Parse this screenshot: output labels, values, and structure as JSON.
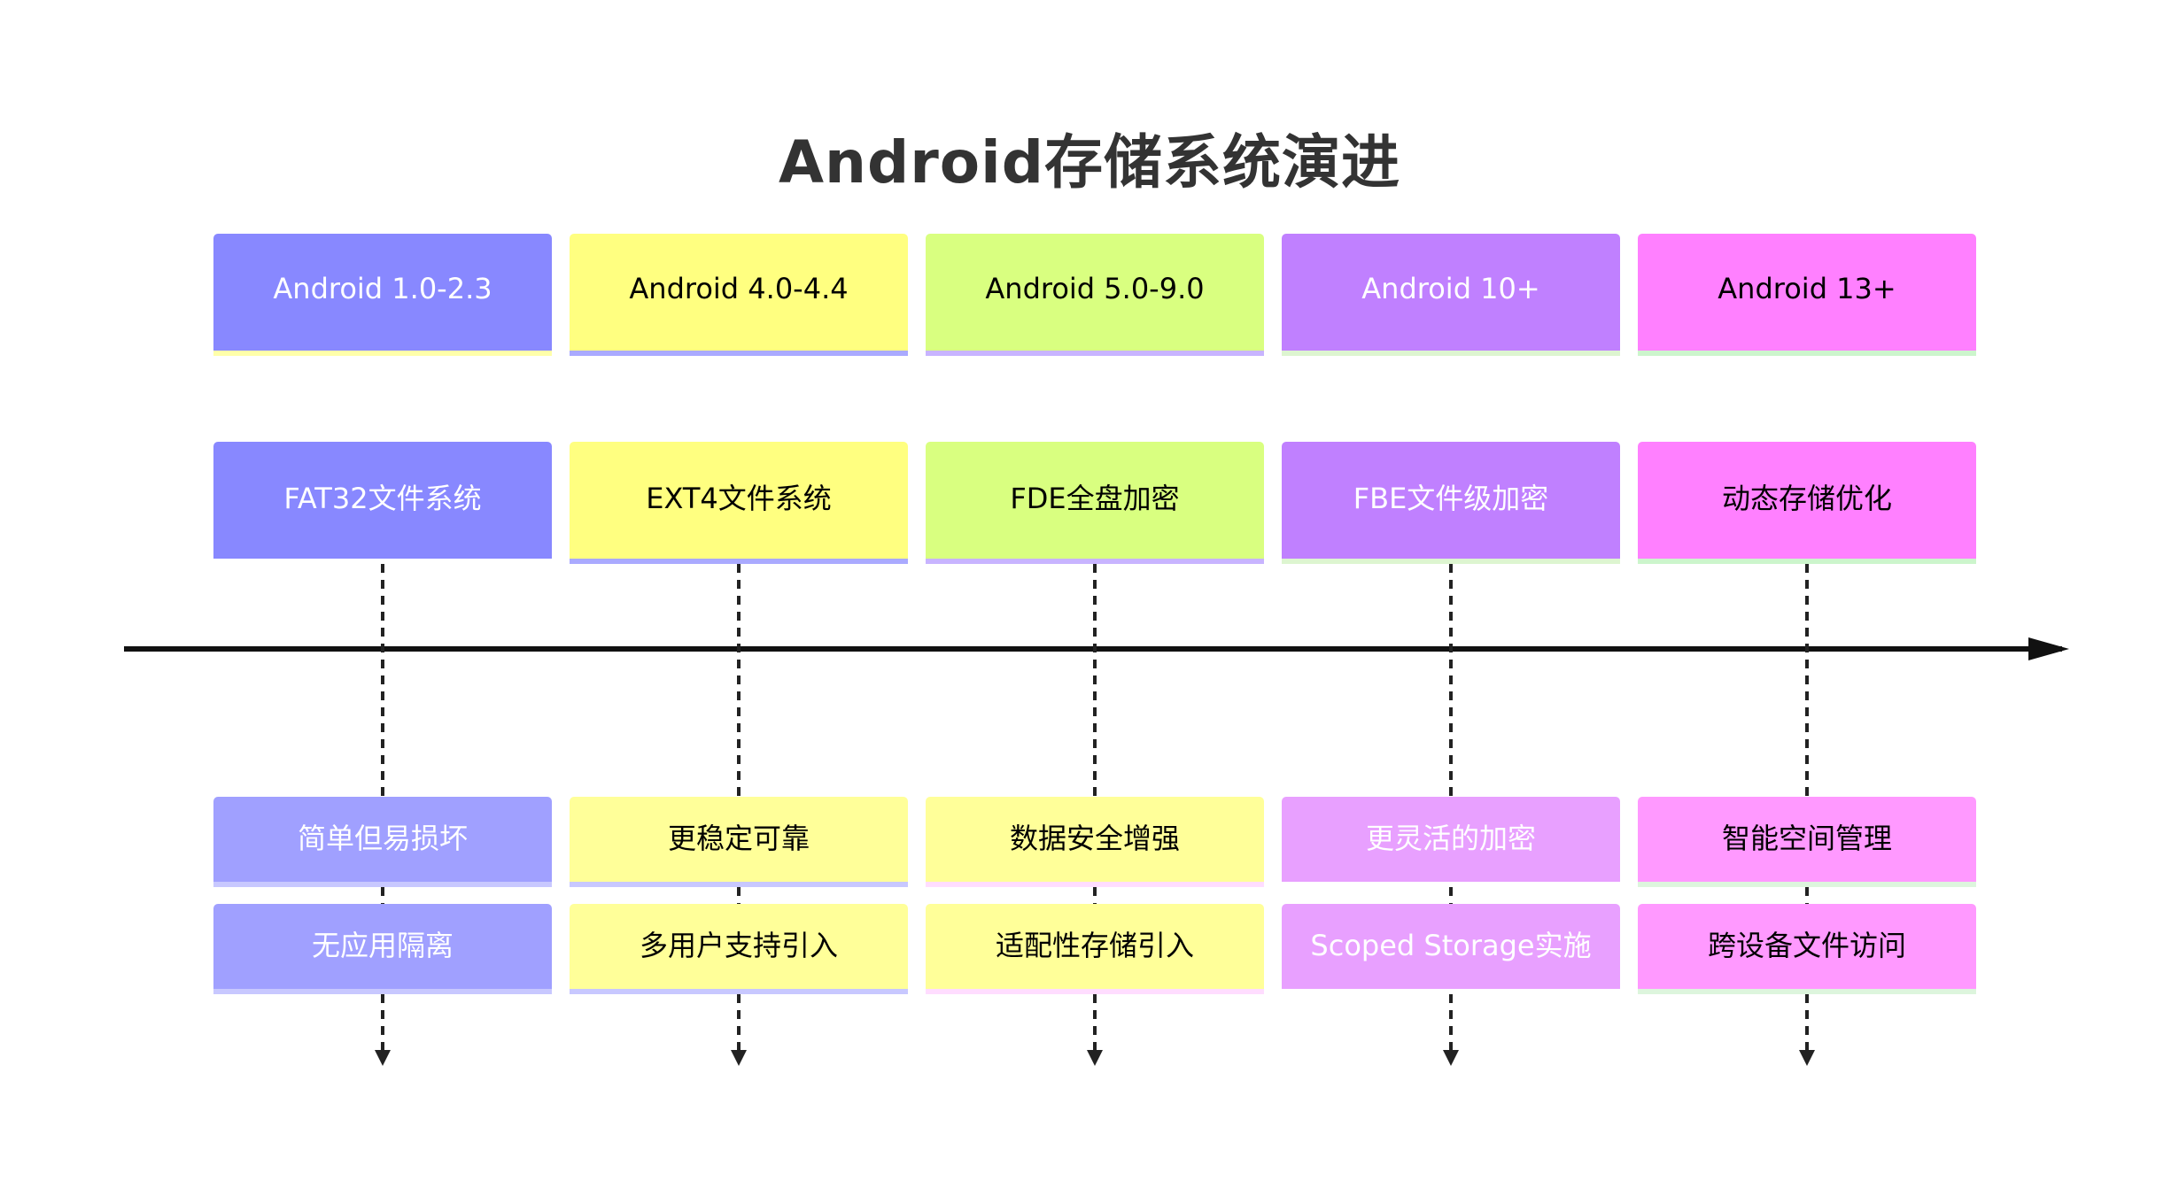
{
  "title": "Android存储系统演进",
  "timeline": [
    {
      "period": "Android 1.0-2.3",
      "event": "FAT32文件系统",
      "details": [
        "简单但易损坏",
        "无应用隔离"
      ],
      "colors": {
        "main": "#8888ff",
        "detail": "#a0a0ff",
        "main_text": "#ffffff",
        "detail_text": "#ffffff",
        "main_border": "#ffffaa",
        "event_border": "#ffffff",
        "detail_border": "#c8c8ff"
      }
    },
    {
      "period": "Android 4.0-4.4",
      "event": "EXT4文件系统",
      "details": [
        "更稳定可靠",
        "多用户支持引入"
      ],
      "colors": {
        "main": "#ffff80",
        "detail": "#ffff99",
        "main_text": "#000000",
        "detail_text": "#000000",
        "main_border": "#aaaaff",
        "event_border": "#aaaaff",
        "detail_border": "#c8c8ff"
      }
    },
    {
      "period": "Android 5.0-9.0",
      "event": "FDE全盘加密",
      "details": [
        "数据安全增强",
        "适配性存储引入"
      ],
      "colors": {
        "main": "#d9ff80",
        "detail": "#ffff99",
        "main_text": "#000000",
        "detail_text": "#000000",
        "main_border": "#c8b4ff",
        "event_border": "#c8b4ff",
        "detail_border": "#ffddff"
      }
    },
    {
      "period": "Android 10+",
      "event": "FBE文件级加密",
      "details": [
        "更灵活的加密",
        "Scoped Storage实施"
      ],
      "colors": {
        "main": "#c080ff",
        "detail": "#e8a0ff",
        "main_text": "#ffffff",
        "detail_text": "#ffffff",
        "main_border": "#ddf5d0",
        "event_border": "#ddf5d0",
        "detail_border": "#ffffff"
      }
    },
    {
      "period": "Android 13+",
      "event": "动态存储优化",
      "details": [
        "智能空间管理",
        "跨设备文件访问"
      ],
      "colors": {
        "main": "#ff80ff",
        "detail": "#ff99ff",
        "main_text": "#000000",
        "detail_text": "#000000",
        "main_border": "#ccf5cc",
        "event_border": "#ccf5cc",
        "detail_border": "#ddf5dd"
      }
    }
  ],
  "style": {
    "axis_color": "#111111",
    "connector_color": "#222222",
    "title_color": "#333333"
  }
}
